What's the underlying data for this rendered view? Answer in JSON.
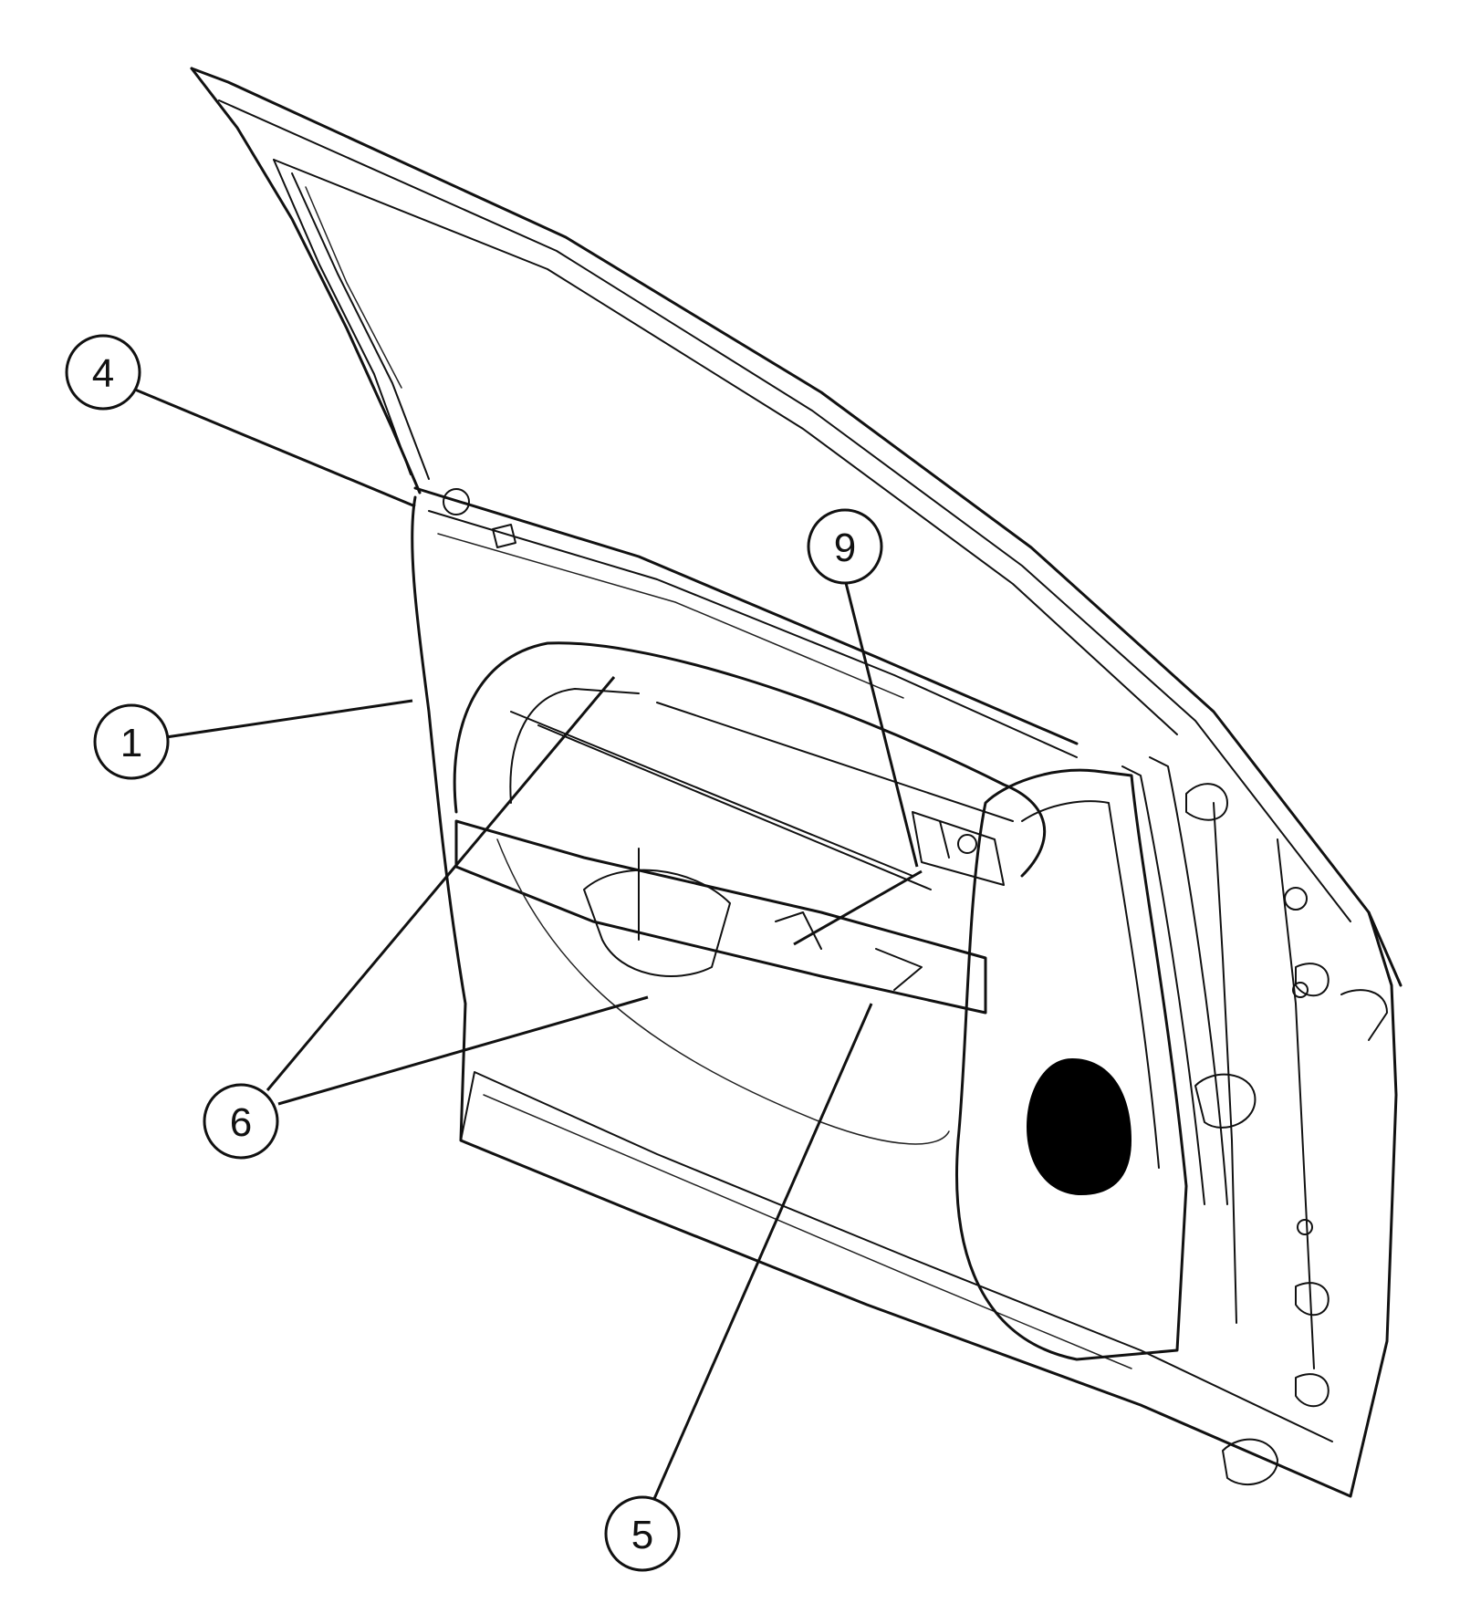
{
  "colors": {
    "line": "#111111",
    "background": "#ffffff",
    "speaker": "#000000"
  },
  "callouts": [
    {
      "id": "callout-4",
      "label": "4",
      "part": "upper-trim-fastener"
    },
    {
      "id": "callout-9",
      "label": "9",
      "part": "switch-bezel"
    },
    {
      "id": "callout-1",
      "label": "1",
      "part": "door-trim-panel"
    },
    {
      "id": "callout-6",
      "label": "6",
      "part": "trim-screws"
    },
    {
      "id": "callout-5",
      "label": "5",
      "part": "armrest-screw"
    }
  ]
}
